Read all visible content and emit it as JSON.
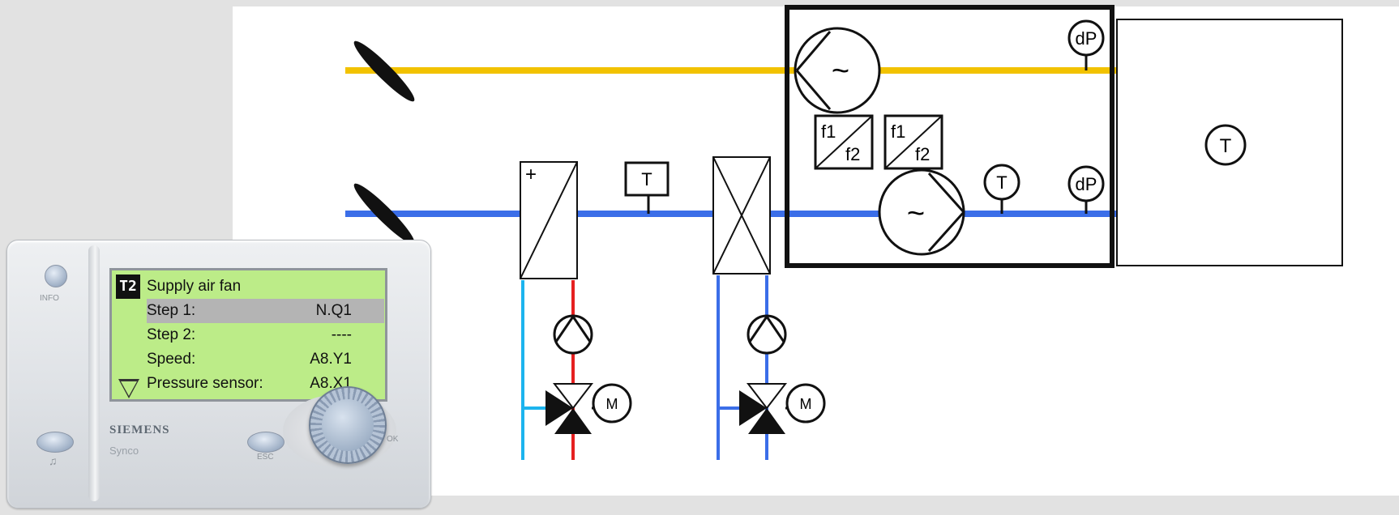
{
  "colors": {
    "background": "#e2e2e2",
    "supply_duct": "#3b6ee8",
    "exhaust_duct": "#f2c200",
    "hot_water": "#e52020",
    "return_light_blue": "#1cb4ee",
    "cold_water": "#3b6ee8",
    "display_green": "#bcec88"
  },
  "diagram": {
    "heating_coil_symbol": "+",
    "temperature_sensor": "T",
    "diff_pressure_sensor": "dP",
    "fan_symbol": "~",
    "freq_converter_line1": "f1",
    "freq_converter_line2": "f2",
    "motor_label": "M",
    "room_sensor": "T"
  },
  "controller": {
    "info_label": "INFO",
    "screen_icon": "T2",
    "title": "Supply air fan",
    "rows": [
      {
        "label": "Step 1:",
        "value": "N.Q1",
        "selected": true
      },
      {
        "label": "Step 2:",
        "value": "----",
        "selected": false
      },
      {
        "label": "Speed:",
        "value": "A8.Y1",
        "selected": false
      },
      {
        "label": "Pressure sensor:",
        "value": "A8.X1",
        "selected": false
      }
    ],
    "brand": "SIEMENS",
    "product": "Synco",
    "esc_label": "ESC",
    "ok_label": "OK",
    "bell_glyph": "♫"
  }
}
